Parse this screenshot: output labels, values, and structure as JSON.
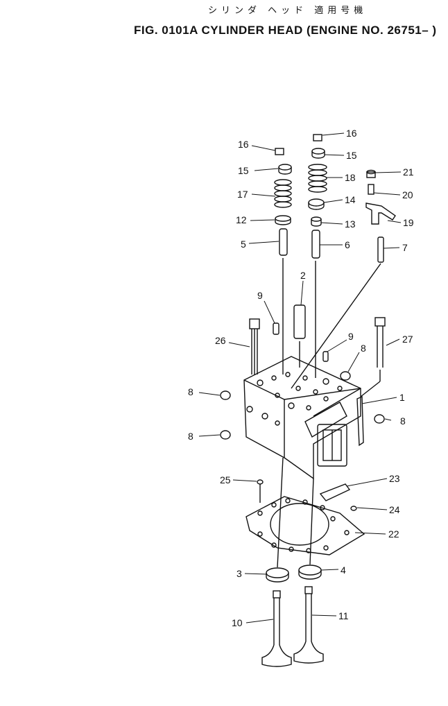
{
  "header": {
    "subtitle_jp": "シリンダ ヘッド 適用号機",
    "title": "FIG. 0101A  CYLINDER  HEAD  (ENGINE  NO. 26751– )"
  },
  "callouts": [
    "1",
    "2",
    "3",
    "4",
    "5",
    "6",
    "7",
    "8",
    "8",
    "8",
    "8",
    "9",
    "9",
    "10",
    "11",
    "12",
    "13",
    "14",
    "15",
    "15",
    "16",
    "16",
    "17",
    "18",
    "19",
    "20",
    "21",
    "22",
    "23",
    "24",
    "25",
    "26",
    "27"
  ]
}
